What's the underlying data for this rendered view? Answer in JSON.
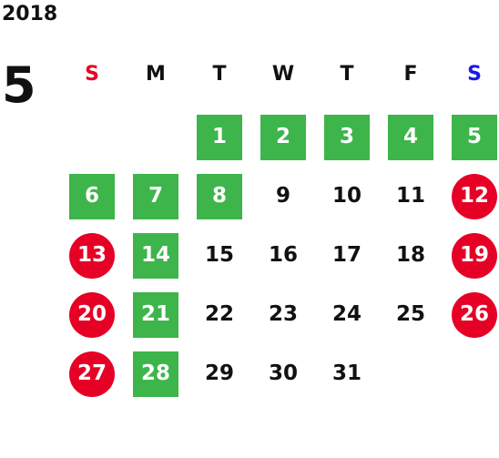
{
  "calendar": {
    "year": "2018",
    "month": "5",
    "weekdays": [
      {
        "label": "S",
        "color": "#e60026"
      },
      {
        "label": "M",
        "color": "#111111"
      },
      {
        "label": "T",
        "color": "#111111"
      },
      {
        "label": "W",
        "color": "#111111"
      },
      {
        "label": "T",
        "color": "#111111"
      },
      {
        "label": "F",
        "color": "#111111"
      },
      {
        "label": "S",
        "color": "#1a1ae6"
      }
    ],
    "leading_blanks": 2,
    "days": [
      {
        "label": "1",
        "style": "green"
      },
      {
        "label": "2",
        "style": "green"
      },
      {
        "label": "3",
        "style": "green"
      },
      {
        "label": "4",
        "style": "green"
      },
      {
        "label": "5",
        "style": "green"
      },
      {
        "label": "6",
        "style": "green"
      },
      {
        "label": "7",
        "style": "green"
      },
      {
        "label": "8",
        "style": "green"
      },
      {
        "label": "9",
        "style": "plain"
      },
      {
        "label": "10",
        "style": "plain"
      },
      {
        "label": "11",
        "style": "plain"
      },
      {
        "label": "12",
        "style": "red"
      },
      {
        "label": "13",
        "style": "red"
      },
      {
        "label": "14",
        "style": "green"
      },
      {
        "label": "15",
        "style": "plain"
      },
      {
        "label": "16",
        "style": "plain"
      },
      {
        "label": "17",
        "style": "plain"
      },
      {
        "label": "18",
        "style": "plain"
      },
      {
        "label": "19",
        "style": "red"
      },
      {
        "label": "20",
        "style": "red"
      },
      {
        "label": "21",
        "style": "green"
      },
      {
        "label": "22",
        "style": "plain"
      },
      {
        "label": "23",
        "style": "plain"
      },
      {
        "label": "24",
        "style": "plain"
      },
      {
        "label": "25",
        "style": "plain"
      },
      {
        "label": "26",
        "style": "red"
      },
      {
        "label": "27",
        "style": "red"
      },
      {
        "label": "28",
        "style": "green"
      },
      {
        "label": "29",
        "style": "plain"
      },
      {
        "label": "30",
        "style": "plain"
      },
      {
        "label": "31",
        "style": "plain"
      }
    ],
    "colors": {
      "green": "#3db54a",
      "red": "#e60026",
      "sunday": "#e60026",
      "saturday": "#1a1ae6"
    }
  }
}
